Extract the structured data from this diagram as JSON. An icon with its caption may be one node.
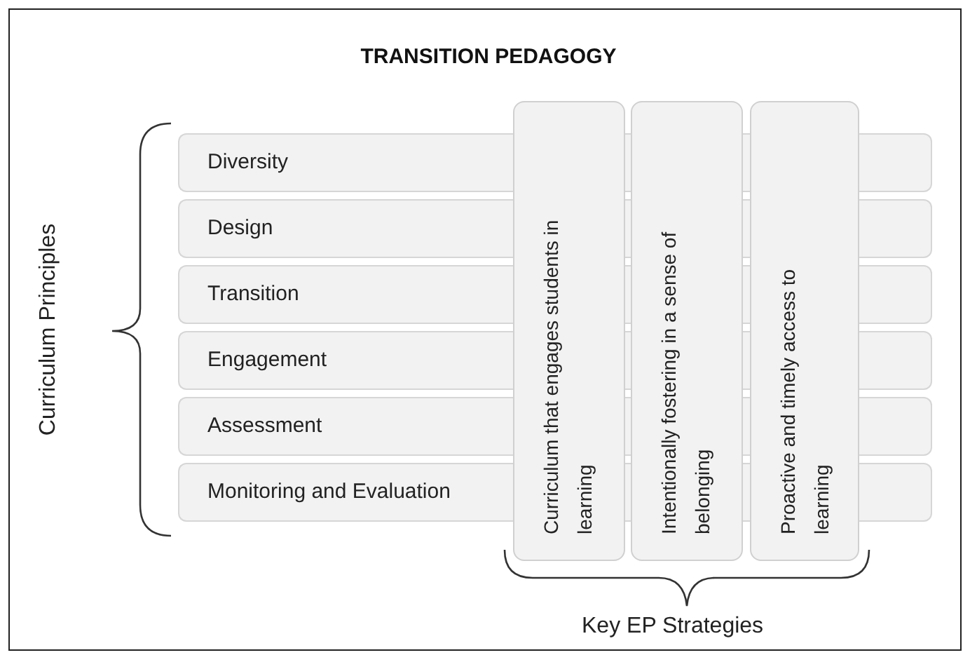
{
  "diagram": {
    "title": "TRANSITION PEDAGOGY",
    "nodes": [
      {
        "text": [
          "Diversity"
        ]
      },
      {
        "text": [
          "Design"
        ]
      },
      {
        "text": [
          "Transition"
        ]
      },
      {
        "text": [
          "Engagement"
        ]
      },
      {
        "text": [
          "Assessment"
        ]
      },
      {
        "text": [
          "Monitoring and Evaluation"
        ]
      },
      {
        "text": [
          "Curriculum that engages students in learning"
        ]
      },
      {
        "text": [
          "Intentionally fostering in a sense of belonging"
        ]
      },
      {
        "text": [
          "Proactive and timely access to learning"
        ]
      }
    ],
    "edges": [],
    "labels": [
      "Curriculum Principles",
      "Key EP Strategies"
    ]
  }
}
